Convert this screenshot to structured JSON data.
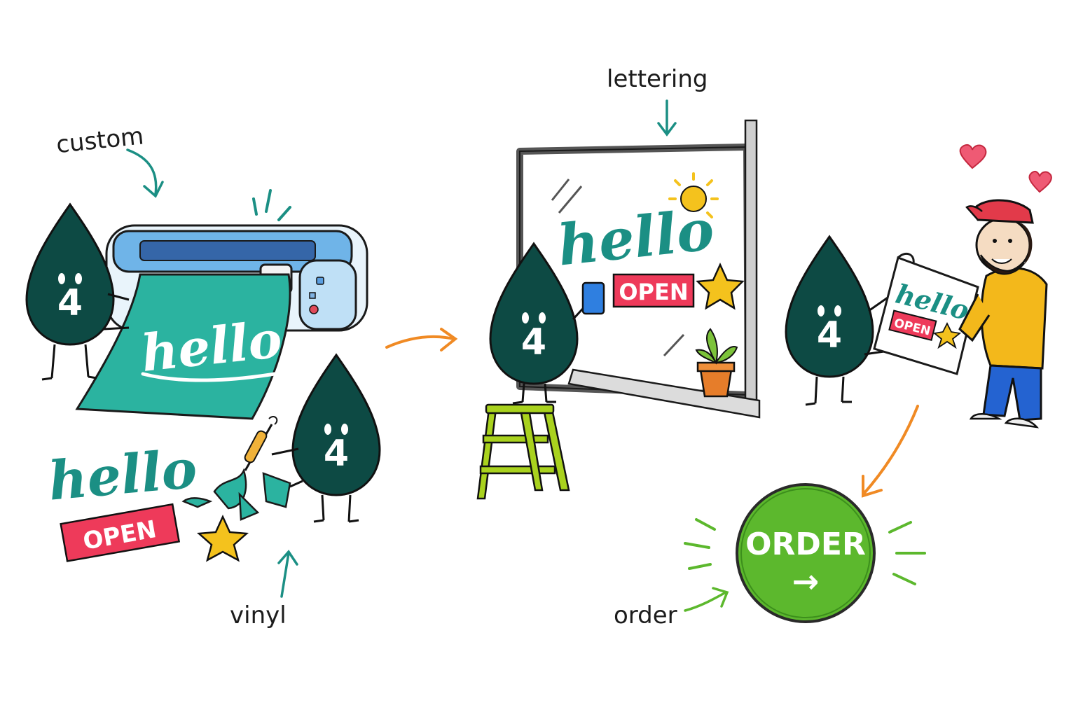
{
  "labels": {
    "custom": "custom",
    "lettering": "lettering",
    "vinyl": "vinyl",
    "order": "order"
  },
  "mascot_number": "4",
  "decal_word": "hello",
  "sign_text": "OPEN",
  "order_button": {
    "label": "ORDER",
    "arrow": "→"
  },
  "colors": {
    "mascot": "#0d4a44",
    "vinyl": "#2bb3a0",
    "script_teal": "#1b8f84",
    "open_red": "#ee3a5a",
    "star": "#f4c21d",
    "order_green": "#5cb82d",
    "arrow_orange": "#f08a24",
    "ladder": "#a9d21e",
    "cap_red": "#e23a4a",
    "hoodie": "#f3b81b",
    "jeans": "#2463d1"
  }
}
